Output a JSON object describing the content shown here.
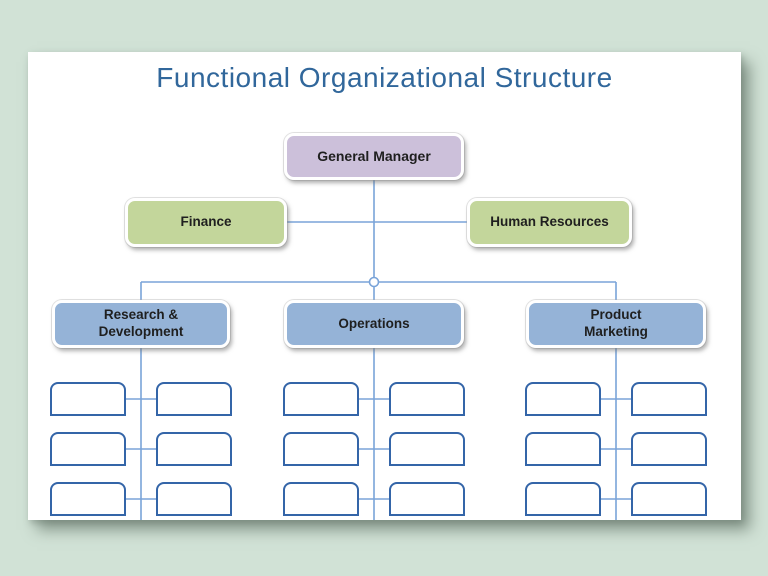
{
  "title": "Functional Organizational Structure",
  "colors": {
    "background": "#d1e2d6",
    "page": "#ffffff",
    "title_text": "#31679b",
    "root_fill": "#ccc0da",
    "staff_fill": "#c3d69b",
    "department_fill": "#95b3d7",
    "node_border": "#ffffff",
    "node_text": "#1f1f1f",
    "connector_line": "#7aa4d9",
    "empty_box_border": "#3465a8"
  },
  "org_chart": {
    "root": {
      "label": "General Manager"
    },
    "staff": [
      {
        "label": "Finance"
      },
      {
        "label": "Human Resources"
      }
    ],
    "departments": [
      {
        "label": "Research &\nDevelopment"
      },
      {
        "label": "Operations"
      },
      {
        "label": "Product\nMarketing"
      }
    ],
    "empty_slots_per_department": 6
  }
}
